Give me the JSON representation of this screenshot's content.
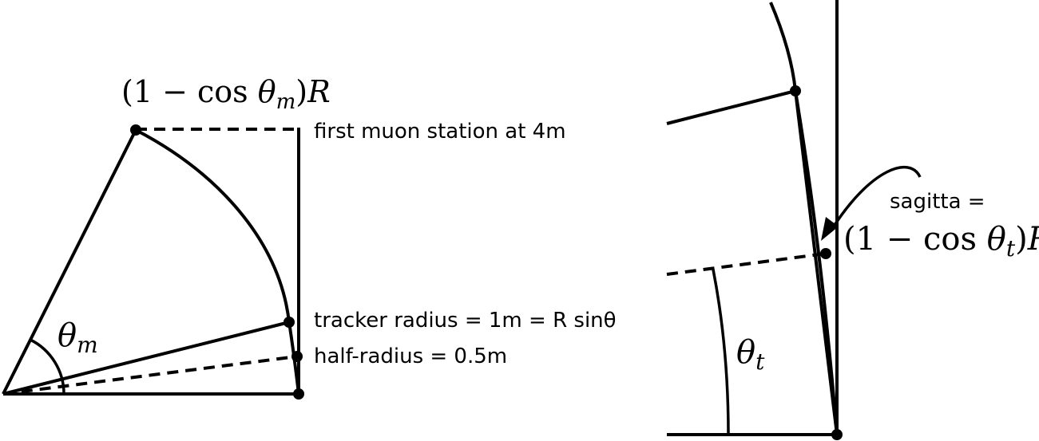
{
  "left_diagram": {
    "top_label": {
      "prefix": "(1 − cos ",
      "theta": "θ",
      "sub": "m",
      "suffix": ")",
      "var": "R"
    },
    "angle_label": {
      "theta": "θ",
      "sub": "m"
    },
    "station_label": "first muon station at 4m",
    "tracker_label": "tracker radius = 1m = R sinθ",
    "half_label": "half-radius = 0.5m"
  },
  "right_diagram": {
    "sagitta_label": "sagitta =",
    "formula": {
      "prefix": "(1 − cos ",
      "theta": "θ",
      "sub": "t",
      "suffix": ")",
      "var": "R"
    },
    "angle_label": {
      "theta": "θ",
      "sub": "t"
    }
  }
}
